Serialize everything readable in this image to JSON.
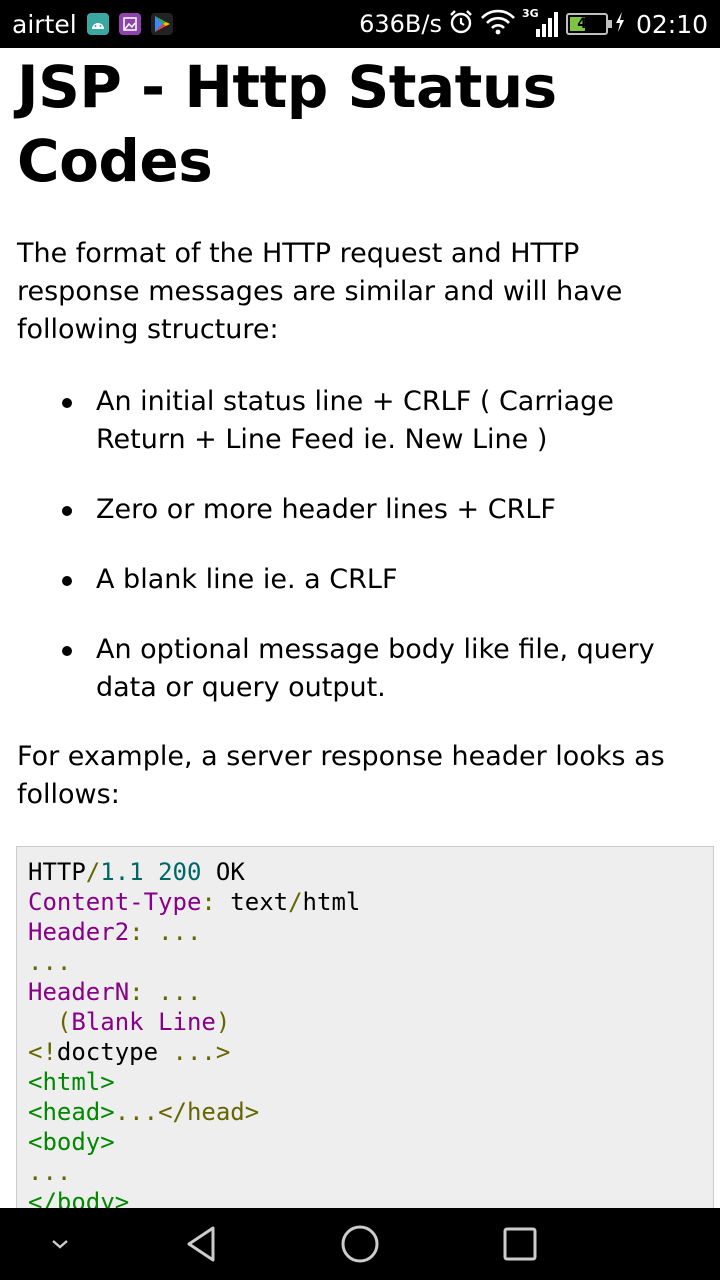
{
  "status_bar": {
    "carrier": "airtel",
    "net_speed": "636B/s",
    "network_type": "3G",
    "battery_level": "41",
    "time": "02:10",
    "icons": [
      "android-icon",
      "image-icon",
      "play-store-icon",
      "alarm-icon",
      "wifi-icon",
      "signal-icon",
      "battery-icon",
      "charging-icon"
    ]
  },
  "page": {
    "title": "JSP - Http Status Codes",
    "intro": "The format of the HTTP request and HTTP response messages are similar and will have following structure:",
    "bullets": [
      "An initial status line + CRLF ( Carriage Return + Line Feed ie. New Line )",
      "Zero or more header lines + CRLF",
      "A blank line ie. a CRLF",
      "An optional message body like file, query data or query output."
    ],
    "example_text": "For example, a server response header looks as follows:"
  },
  "code_block": {
    "lines": [
      [
        {
          "t": "HTTP",
          "c": "plain"
        },
        {
          "t": "/",
          "c": "pun"
        },
        {
          "t": "1.1",
          "c": "num"
        },
        {
          "t": " ",
          "c": "plain"
        },
        {
          "t": "200",
          "c": "num"
        },
        {
          "t": " OK",
          "c": "plain"
        }
      ],
      [
        {
          "t": "Content-Type",
          "c": "kw"
        },
        {
          "t": ":",
          "c": "pun"
        },
        {
          "t": " text",
          "c": "plain"
        },
        {
          "t": "/",
          "c": "pun"
        },
        {
          "t": "html",
          "c": "plain"
        }
      ],
      [
        {
          "t": "Header2",
          "c": "kw"
        },
        {
          "t": ":",
          "c": "pun"
        },
        {
          "t": " ",
          "c": "plain"
        },
        {
          "t": "...",
          "c": "pun"
        }
      ],
      [
        {
          "t": "...",
          "c": "pun"
        }
      ],
      [
        {
          "t": "HeaderN",
          "c": "kw"
        },
        {
          "t": ":",
          "c": "pun"
        },
        {
          "t": " ",
          "c": "plain"
        },
        {
          "t": "...",
          "c": "pun"
        }
      ],
      [
        {
          "t": "  ",
          "c": "plain"
        },
        {
          "t": "(",
          "c": "pun"
        },
        {
          "t": "Blank",
          "c": "kw"
        },
        {
          "t": " ",
          "c": "plain"
        },
        {
          "t": "Line",
          "c": "kw"
        },
        {
          "t": ")",
          "c": "pun"
        }
      ],
      [
        {
          "t": "<!",
          "c": "pun"
        },
        {
          "t": "doctype ",
          "c": "plain"
        },
        {
          "t": "...>",
          "c": "pun"
        }
      ],
      [
        {
          "t": "<html>",
          "c": "tag"
        }
      ],
      [
        {
          "t": "<head>",
          "c": "tag"
        },
        {
          "t": "...",
          "c": "pun"
        },
        {
          "t": "</head>",
          "c": "pun"
        }
      ],
      [
        {
          "t": "<body>",
          "c": "tag"
        }
      ],
      [
        {
          "t": "...",
          "c": "pun"
        }
      ],
      [
        {
          "t": "</body>",
          "c": "tag"
        }
      ]
    ]
  },
  "colors": {
    "code_bg": "#eeeeee",
    "keyword": "#880088",
    "number": "#006666",
    "punctuation": "#666600",
    "tag": "#008800"
  },
  "nav_bar": {
    "buttons": [
      "collapse-icon",
      "back-icon",
      "home-icon",
      "recents-icon"
    ]
  }
}
